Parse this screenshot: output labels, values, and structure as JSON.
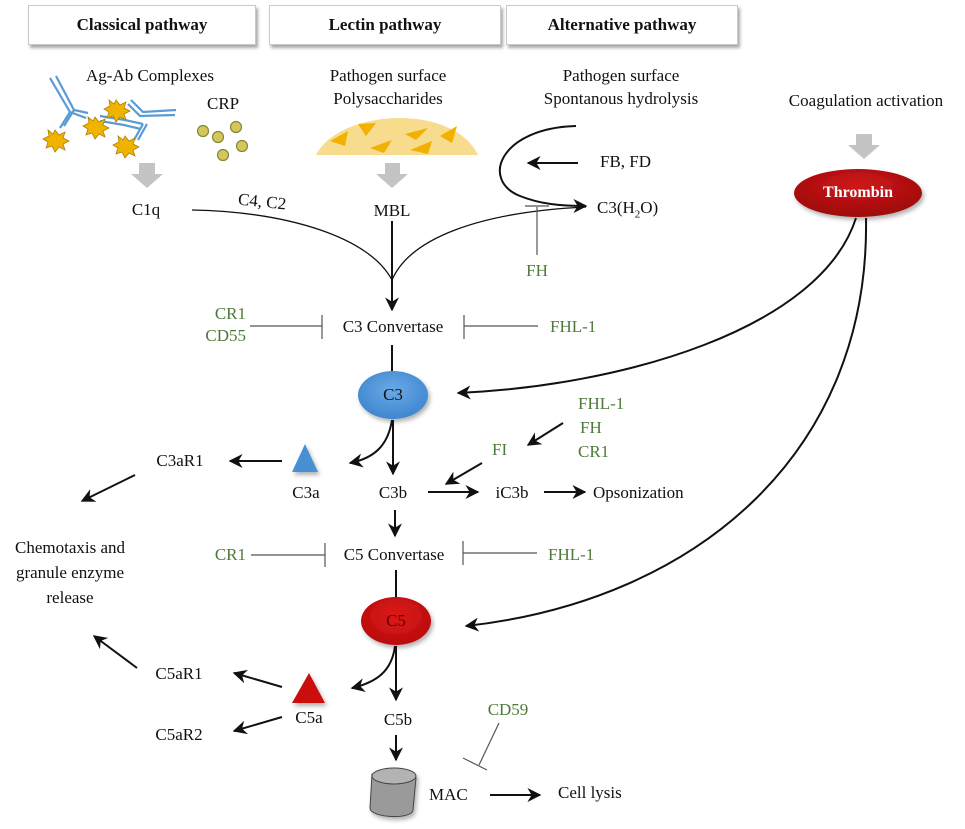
{
  "headers": {
    "classical": "Classical pathway",
    "lectin": "Lectin pathway",
    "alternative": "Alternative pathway"
  },
  "classical": {
    "trigger_1": "Ag-Ab Complexes",
    "trigger_2": "CRP",
    "initiator": "C1q",
    "cofactors": "C4, C2"
  },
  "lectin": {
    "trigger_line1": "Pathogen surface",
    "trigger_line2": "Polysaccharides",
    "initiator": "MBL"
  },
  "alternative": {
    "trigger_line1": "Pathogen surface",
    "trigger_line2": "Spontanous hydrolysis",
    "factors": "FB, FD",
    "initiator_main": "C3(H",
    "initiator_sub": "2",
    "initiator_end": "O)",
    "inhibitor": "FH"
  },
  "coagulation": {
    "trigger": "Coagulation activation",
    "node": "Thrombin"
  },
  "c3_convertase": {
    "label": "C3 Convertase",
    "inhibitors_left": [
      "CR1",
      "CD55"
    ],
    "inhibitor_right": "FHL-1"
  },
  "c3": {
    "node": "C3",
    "fragment_a": "C3a",
    "fragment_b": "C3b",
    "receptor": "C3aR1",
    "inactivated": "iC3b",
    "outcome": "Opsonization",
    "protease": "FI",
    "cofactors": [
      "FHL-1",
      "FH",
      "CR1"
    ]
  },
  "chemotaxis": {
    "line1": "Chemotaxis and",
    "line2": "granule enzyme",
    "line3": "release"
  },
  "c5_convertase": {
    "label": "C5 Convertase",
    "inhibitor_left": "CR1",
    "inhibitor_right": "FHL-1"
  },
  "c5": {
    "node": "C5",
    "fragment_a": "C5a",
    "fragment_b": "C5b",
    "receptor_1": "C5aR1",
    "receptor_2": "C5aR2"
  },
  "mac": {
    "label": "MAC",
    "inhibitor": "CD59",
    "outcome": "Cell lysis"
  },
  "colors": {
    "inhibitor_text": "#4d7a3a",
    "c3_blue": "#4a8fd4",
    "c5_red": "#cc1111",
    "thrombin_red": "#b50d0d",
    "trigger_arrow_gray": "#bdbdbd",
    "antibody_blue": "#5b9bd5",
    "antigen_gold": "#f0b400",
    "crp_olive": "#d6c65a",
    "polysaccharide_cream": "#f7dc8e",
    "mac_gray": "#9a9a9a"
  }
}
